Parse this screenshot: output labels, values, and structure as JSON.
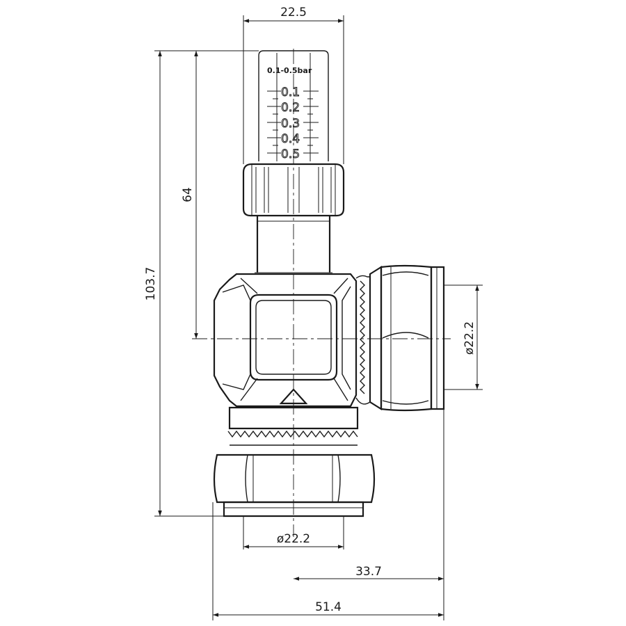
{
  "dimensions": {
    "top_width": "22.5",
    "gauge_height": "64",
    "overall_height": "103.7",
    "side_port_dia": "ø22.2",
    "bottom_port_dia": "ø22.2",
    "offset_width": "33.7",
    "overall_width": "51.4"
  },
  "gauge": {
    "range_label": "0.1-0.5bar",
    "scale": [
      "0.1",
      "0.2",
      "0.3",
      "0.4",
      "0.5"
    ]
  },
  "colors": {
    "line": "#1a1a1a",
    "background": "#ffffff"
  }
}
